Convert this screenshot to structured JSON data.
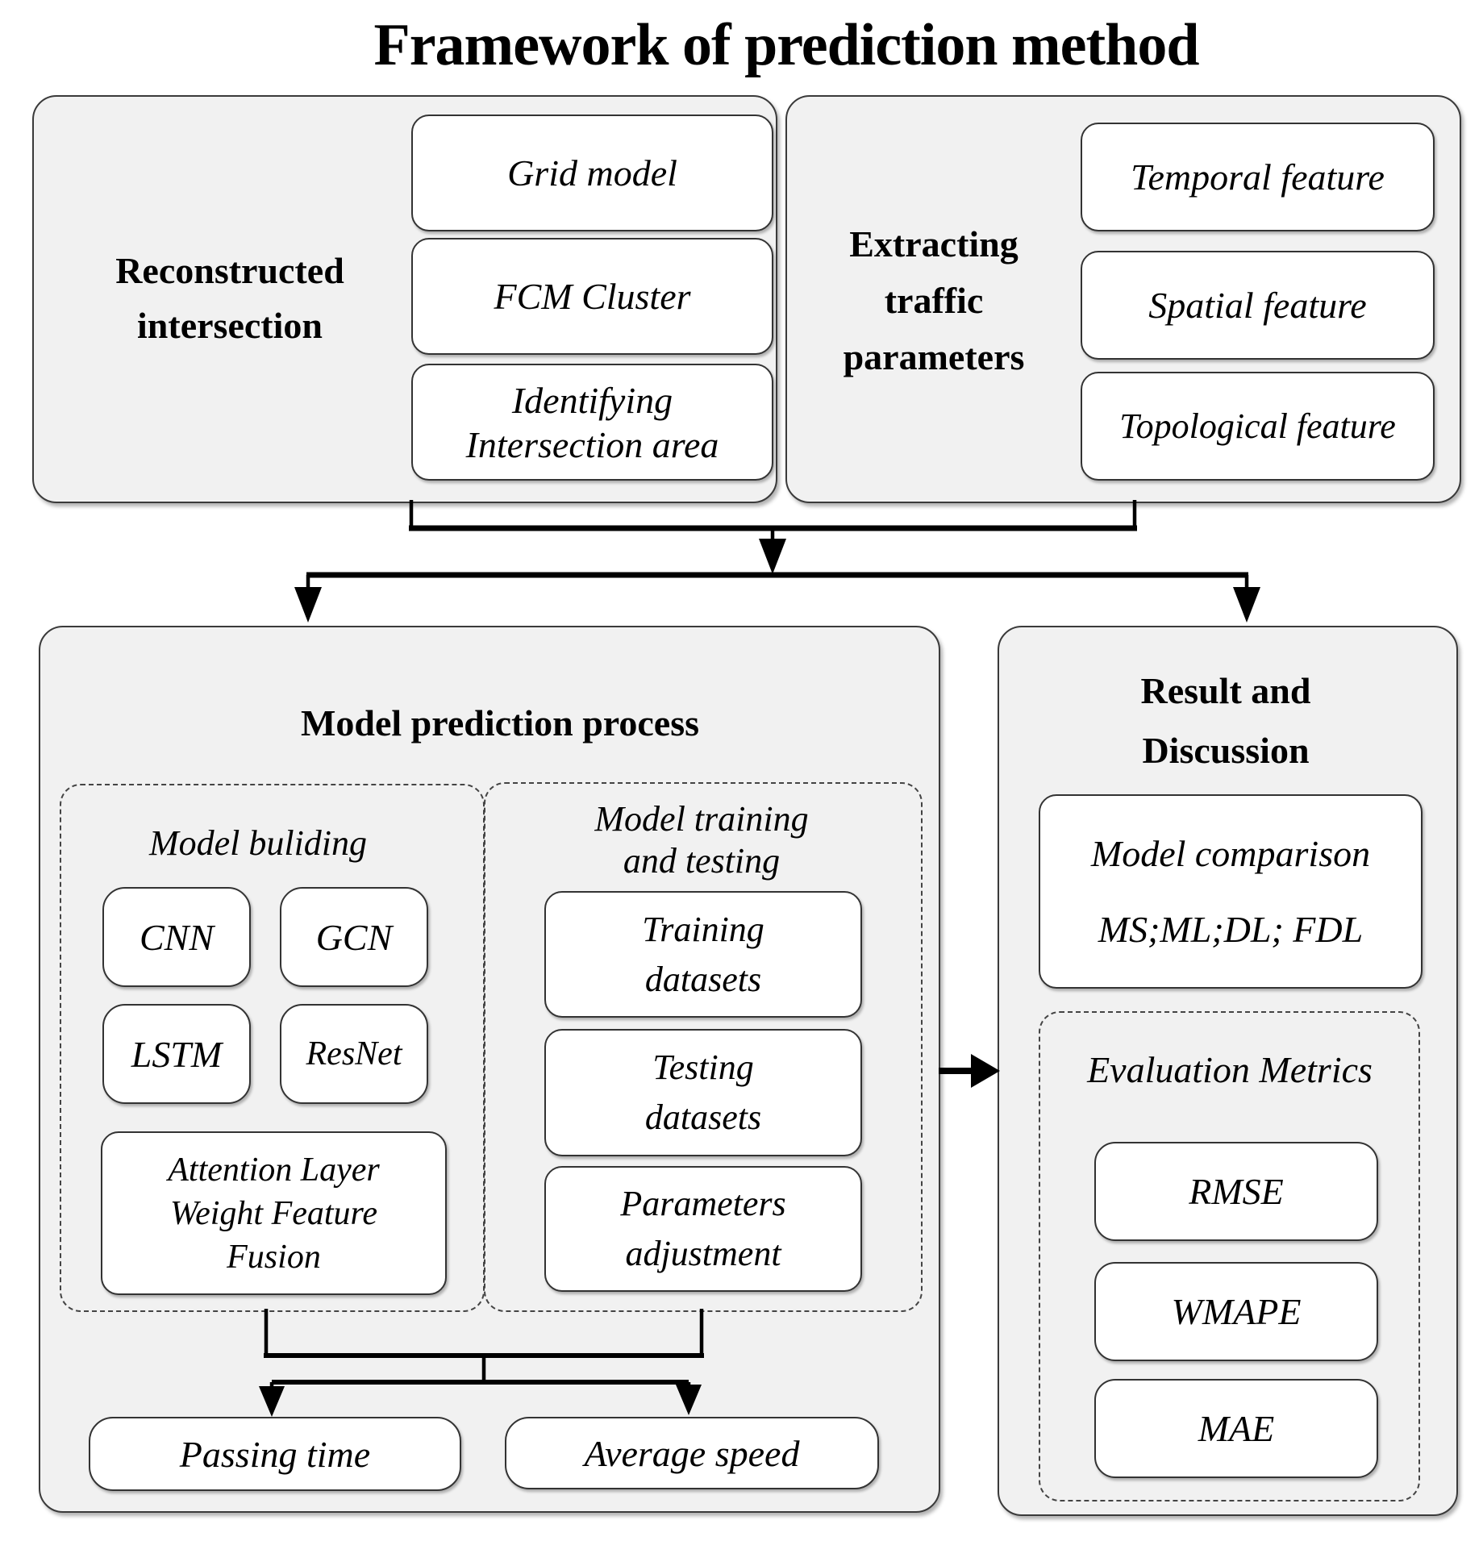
{
  "title": "Framework of prediction method",
  "top_left_panel": {
    "heading_lines": [
      "Reconstructed",
      "intersection"
    ],
    "boxes": {
      "grid_model": "Grid model",
      "fcm_cluster": "FCM Cluster",
      "identifying_lines": [
        "Identifying",
        "Intersection area"
      ]
    }
  },
  "top_right_panel": {
    "heading_lines": [
      "Extracting",
      "traffic",
      "parameters"
    ],
    "boxes": {
      "temporal": "Temporal feature",
      "spatial": "Spatial feature",
      "topological": "Topological feature"
    }
  },
  "model_panel": {
    "heading": "Model prediction process",
    "building_group": {
      "heading": "Model buliding",
      "models": [
        "CNN",
        "GCN",
        "LSTM",
        "ResNet"
      ],
      "fusion_lines": [
        "Attention Layer",
        "Weight Feature",
        "Fusion"
      ]
    },
    "training_group": {
      "heading_lines": [
        "Model training",
        "and testing"
      ],
      "training_lines": [
        "Training",
        "datasets"
      ],
      "testing_lines": [
        "Testing",
        "datasets"
      ],
      "parameters_lines": [
        "Parameters",
        "adjustment"
      ]
    },
    "outputs": [
      "Passing time",
      "Average speed"
    ]
  },
  "result_panel": {
    "heading_lines": [
      "Result and",
      "Discussion"
    ],
    "comparison_lines": [
      "Model comparison",
      "MS;ML;DL; FDL"
    ],
    "metrics_heading": "Evaluation Metrics",
    "metrics": [
      "RMSE",
      "WMAPE",
      "MAE"
    ]
  },
  "colors": {
    "panel_bg": "#f1f1f1",
    "box_bg": "#ffffff",
    "border": "#2f2f2f",
    "connector": "#000000"
  }
}
